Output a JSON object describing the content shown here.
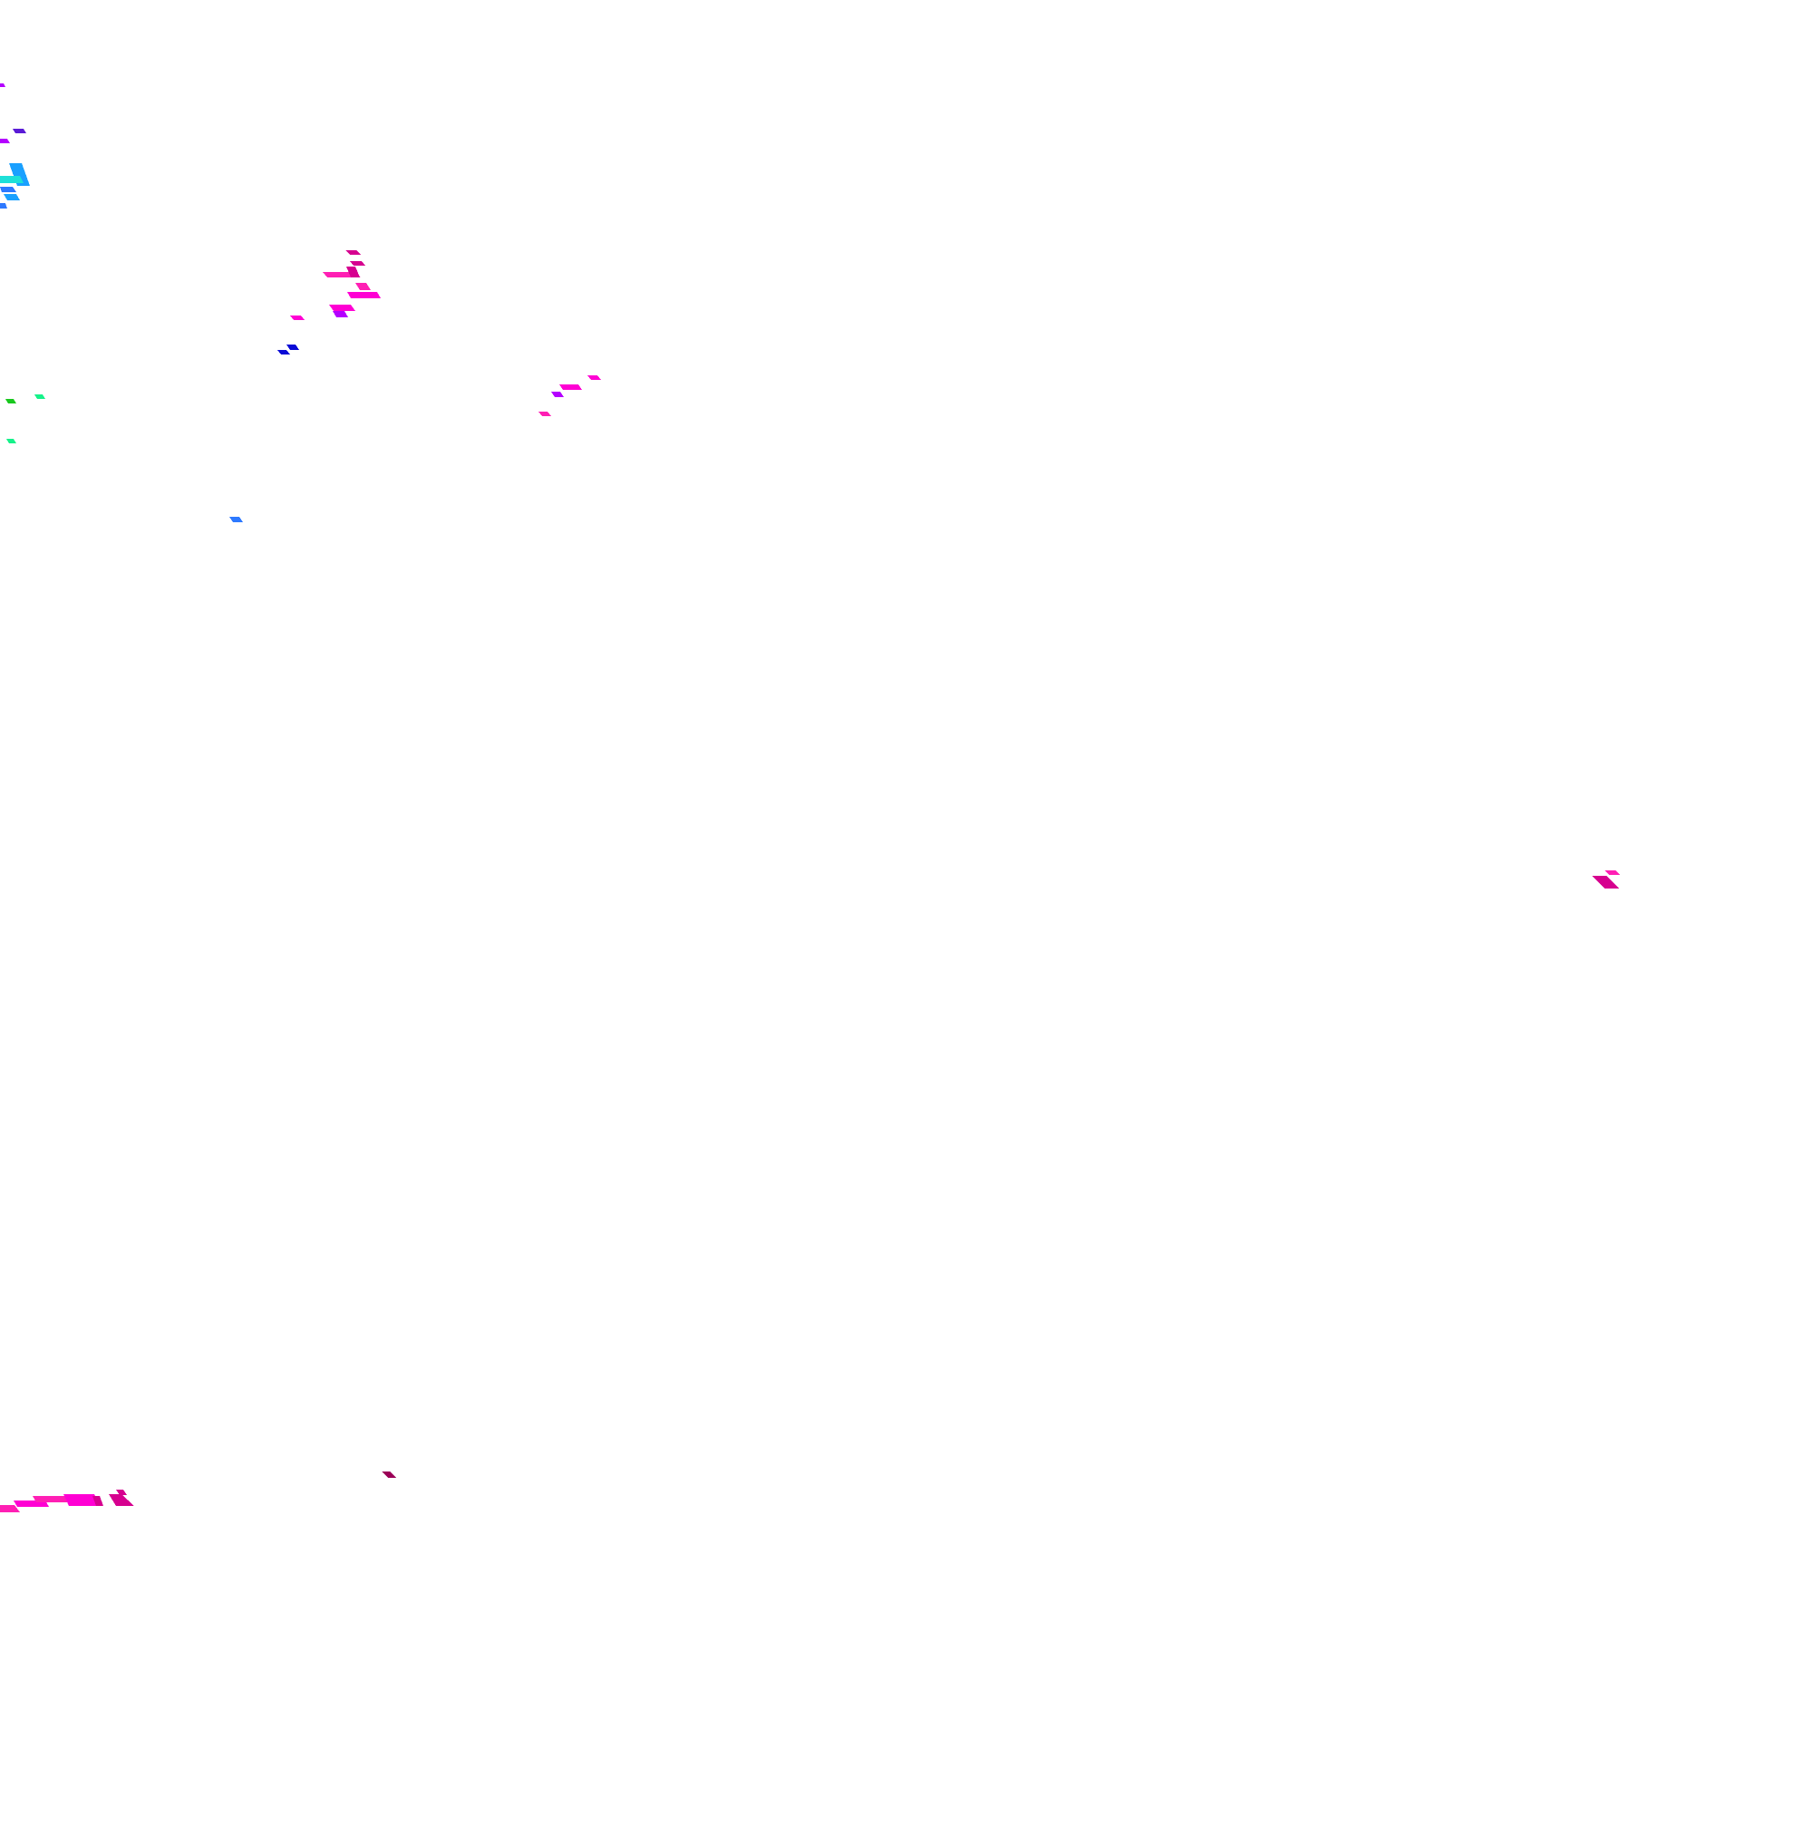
{
  "canvas": {
    "background": "#ffffff"
  },
  "palette": {
    "magenta": "#ff00d4",
    "hot_pink": "#ff1fb4",
    "deep_pink": "#d6008f",
    "dark_pink": "#9b0057",
    "violet": "#b400ff",
    "purple": "#8a2be2",
    "indigo": "#5a1bd6",
    "blue": "#0a0ad6",
    "sky_blue": "#2d79ff",
    "azure": "#1aa0ff",
    "cyan": "#1ee0d8",
    "spring_green": "#16f28a",
    "green": "#19c81e"
  },
  "clusters": [
    {
      "name": "top-left-corner-cluster",
      "colors": [
        "violet",
        "indigo",
        "azure",
        "cyan",
        "sky_blue"
      ]
    },
    {
      "name": "upper-pink-cluster",
      "colors": [
        "deep_pink",
        "hot_pink",
        "magenta"
      ]
    },
    {
      "name": "blue-pair",
      "colors": [
        "blue"
      ]
    },
    {
      "name": "middle-magenta-cluster",
      "colors": [
        "magenta",
        "violet",
        "hot_pink"
      ]
    },
    {
      "name": "green-dots",
      "colors": [
        "green",
        "spring_green"
      ]
    },
    {
      "name": "single-blue-dot",
      "colors": [
        "sky_blue"
      ]
    },
    {
      "name": "right-pink-cluster",
      "colors": [
        "deep_pink",
        "hot_pink"
      ]
    },
    {
      "name": "bottom-magenta-streak",
      "colors": [
        "magenta",
        "hot_pink",
        "deep_pink"
      ]
    },
    {
      "name": "small-dark-dot",
      "colors": [
        "dark_pink"
      ]
    }
  ]
}
